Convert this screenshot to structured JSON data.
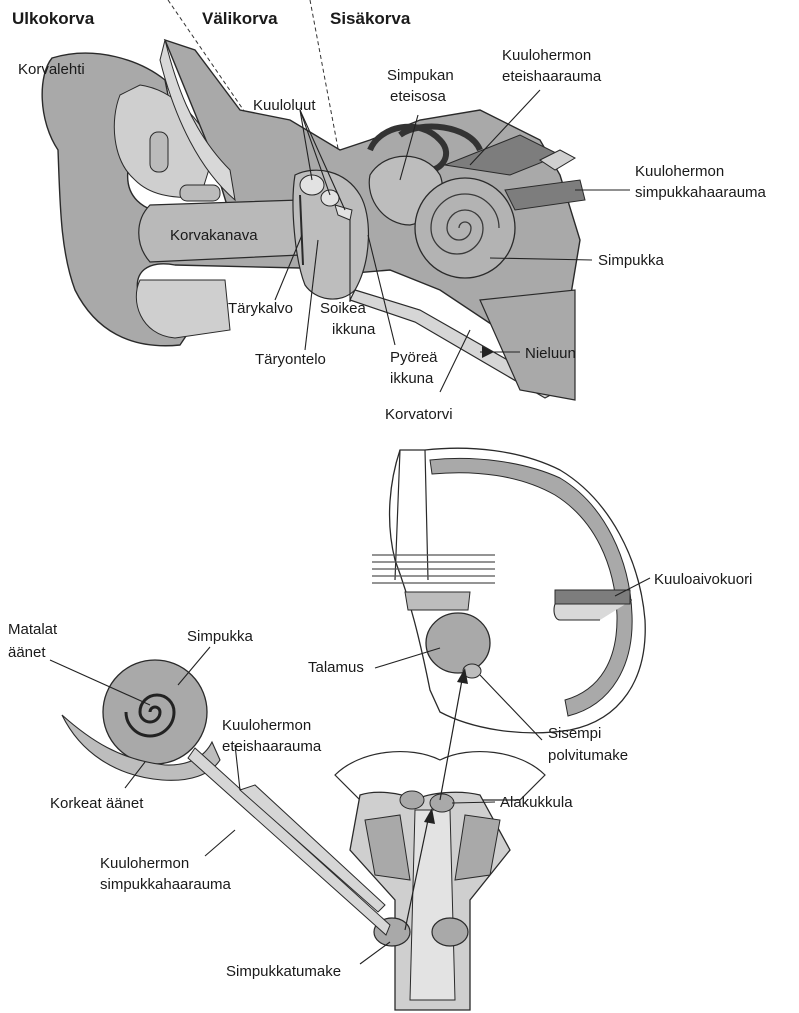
{
  "ear_diagram": {
    "headers": {
      "outer": "Ulkokorva",
      "middle": "Välikorva",
      "inner": "Sisäkorva"
    },
    "labels": {
      "pinna": "Korvalehti",
      "ossicles": "Kuuloluut",
      "cochlea_vestibule": [
        "Simpukan",
        "eteisosa"
      ],
      "vestibular_branch": [
        "Kuulohermon",
        "eteishaarauma"
      ],
      "cochlear_branch": [
        "Kuulohermon",
        "simpukkahaarauma"
      ],
      "ear_canal": "Korvakanava",
      "cochlea": "Simpukka",
      "eardrum": "Tärykalvo",
      "oval_window": [
        "Soikea",
        "ikkuna"
      ],
      "tympanic_cavity": "Täryontelo",
      "round_window": [
        "Pyöreä",
        "ikkuna"
      ],
      "to_pharynx": "Nieluun",
      "eustachian_tube": "Korvatorvi"
    }
  },
  "brain_diagram": {
    "labels": {
      "auditory_cortex": "Kuuloaivokuori",
      "low_sounds": [
        "Matalat",
        "äänet"
      ],
      "cochlea": "Simpukka",
      "thalamus": "Talamus",
      "medial_geniculate": [
        "Sisempi",
        "polvitumake"
      ],
      "vestibular_branch": [
        "Kuulohermon",
        "eteishaarauma"
      ],
      "high_sounds": "Korkeat äänet",
      "inferior_colliculus": "Alakukkula",
      "cochlear_branch": [
        "Kuulohermon",
        "simpukkahaarauma"
      ],
      "cochlear_nucleus": "Simpukkatumake"
    }
  },
  "colors": {
    "tissue": "#a9a9a9",
    "tissue_light": "#cfcfcf",
    "tissue_dark": "#7d7d7d",
    "outline": "#2a2a2a",
    "text": "#1a1a1a"
  }
}
